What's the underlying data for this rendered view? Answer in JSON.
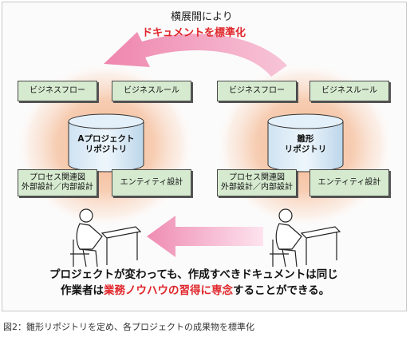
{
  "header": {
    "line1": "横展開により",
    "line2": "ドキュメントを標準化"
  },
  "left_group": {
    "box_top_left": "ビジネスフロー",
    "box_top_right": "ビジネスルール",
    "repo_line1": "Aプロジェクト",
    "repo_line2": "リポジトリ",
    "box_bottom_left_line1": "プロセス関連図",
    "box_bottom_left_line2": "外部設計／内部設計",
    "box_bottom_right": "エンティティ設計"
  },
  "right_group": {
    "box_top_left": "ビジネスフロー",
    "box_top_right": "ビジネスルール",
    "repo_line1": "雛形",
    "repo_line2": "リポジトリ",
    "box_bottom_left_line1": "プロセス関連図",
    "box_bottom_left_line2": "外部設計／内部設計",
    "box_bottom_right": "エンティティ設計"
  },
  "message": {
    "line1": "プロジェクトが変わっても、作成すべきドキュメントは同じ",
    "line2_prefix": "作業者は",
    "line2_highlight": "業務ノウハウの習得に専念",
    "line2_suffix": "することができる。"
  },
  "caption": "図2：雛形リポジトリを定め、各プロジェクトの成果物を標準化",
  "colors": {
    "box_fill": "#d6ead0",
    "highlight": "#e0262b",
    "arrow": "#f6a2c0",
    "glow": "#f3b48c"
  }
}
